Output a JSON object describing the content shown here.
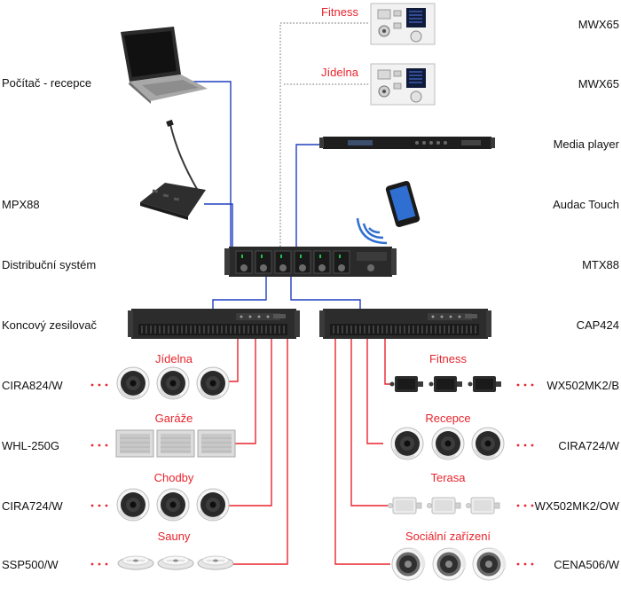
{
  "colors": {
    "speaker_line": "#e8242c",
    "network_line": "#1f3fbf",
    "dotted_line": "#6e6e6e",
    "zone_text": "#e8242c",
    "label_text": "#111111"
  },
  "left_labels": {
    "pc": "Počítač - recepce",
    "mpx": "MPX88",
    "distribution": "Distribuční systém",
    "amplifier": "Koncový zesilovač"
  },
  "right_labels": {
    "mwx_1": "MWX65",
    "mwx_2": "MWX65",
    "media_player": "Media player",
    "touch": "Audac Touch",
    "mtx": "MTX88",
    "cap": "CAP424"
  },
  "wall_panels": {
    "fitness": "Fitness",
    "jidelna": "Jídelna"
  },
  "left_zones": [
    {
      "zone": "Jídelna",
      "model": "CIRA824/W",
      "icon": "ceiling-speaker-icon"
    },
    {
      "zone": "Garáže",
      "model": "WHL-250G",
      "icon": "horn-speaker-icon"
    },
    {
      "zone": "Chodby",
      "model": "CIRA724/W",
      "icon": "ceiling-speaker-icon"
    },
    {
      "zone": "Sauny",
      "model": "SSP500/W",
      "icon": "sauna-speaker-icon"
    }
  ],
  "right_zones": [
    {
      "zone": "Fitness",
      "model": "WX502MK2/B",
      "icon": "wall-speaker-black-icon"
    },
    {
      "zone": "Recepce",
      "model": "CIRA724/W",
      "icon": "ceiling-speaker-icon"
    },
    {
      "zone": "Terasa",
      "model": "WX502MK2/OW",
      "icon": "wall-speaker-white-icon"
    },
    {
      "zone": "Sociální zařízení",
      "model": "CENA506/W",
      "icon": "ceiling-speaker-grille-icon"
    }
  ]
}
